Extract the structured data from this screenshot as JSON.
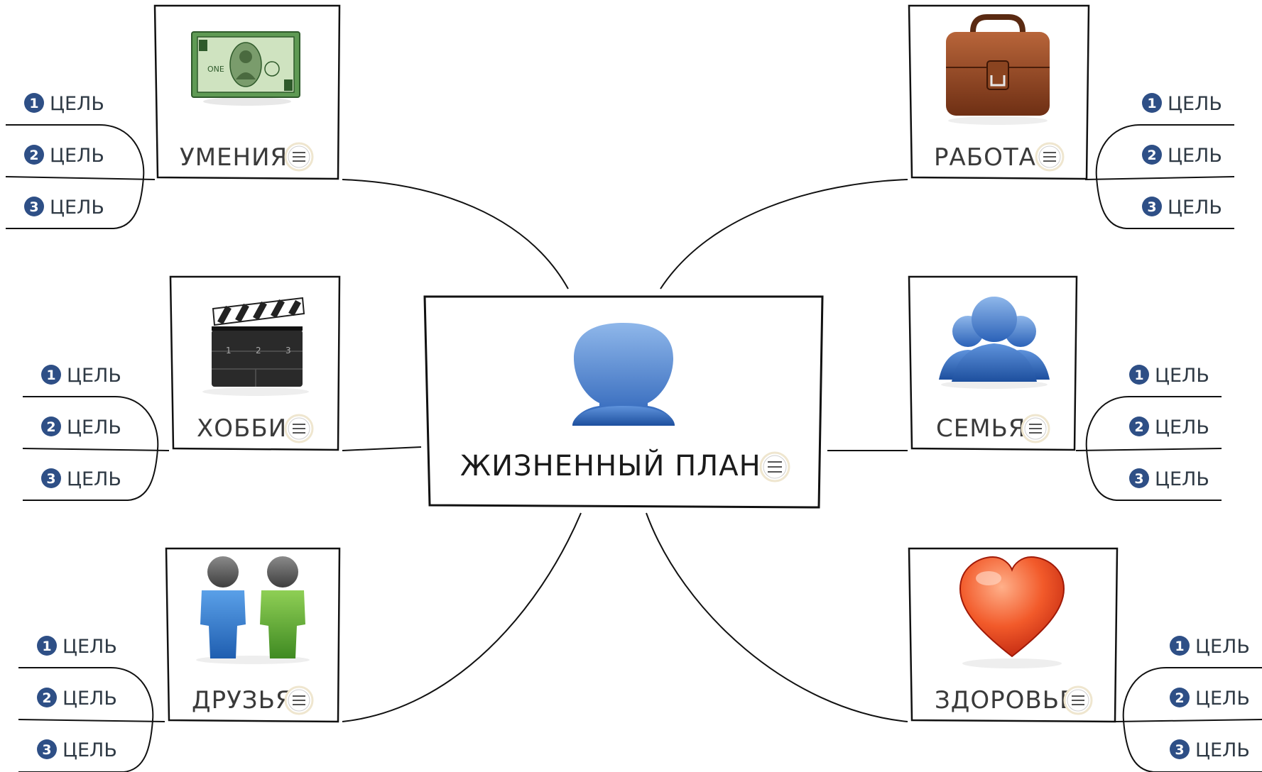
{
  "center": {
    "title": "ЖИЗНЕННЫЙ ПЛАН",
    "icon": "person-icon"
  },
  "goal_label": "ЦЕЛЬ",
  "colors": {
    "badge": "#2e4f86",
    "line": "#111111",
    "menu_ring": "#efe6cf"
  },
  "topics": [
    {
      "title": "УМЕНИЯ",
      "icon": "money-bill-icon",
      "goals": [
        "1",
        "2",
        "3"
      ]
    },
    {
      "title": "ХОББИ",
      "icon": "clapperboard-icon",
      "goals": [
        "1",
        "2",
        "3"
      ]
    },
    {
      "title": "ДРУЗЬЯ",
      "icon": "friends-icon",
      "goals": [
        "1",
        "2",
        "3"
      ]
    },
    {
      "title": "РАБОТА",
      "icon": "briefcase-icon",
      "goals": [
        "1",
        "2",
        "3"
      ]
    },
    {
      "title": "СЕМЬЯ",
      "icon": "family-icon",
      "goals": [
        "1",
        "2",
        "3"
      ]
    },
    {
      "title": "ЗДОРОВЬЕ",
      "icon": "heart-icon",
      "goals": [
        "1",
        "2",
        "3"
      ]
    }
  ]
}
